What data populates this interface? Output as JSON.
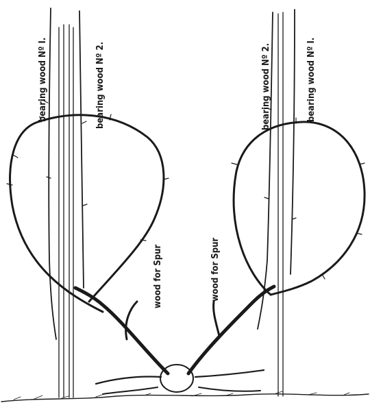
{
  "labels": {
    "left_no1": "bearing wood  Nº I.",
    "left_no2": "bearing wood  Nº 2.",
    "right_no2": "bearing wood  Nº 2.",
    "right_no1": "bearing wood  Nº I.",
    "spur_left": "wood for Spur",
    "spur_right": "wood for Spur"
  },
  "colors": {
    "ink": "#1a1a1a",
    "paper": "#ffffff"
  }
}
